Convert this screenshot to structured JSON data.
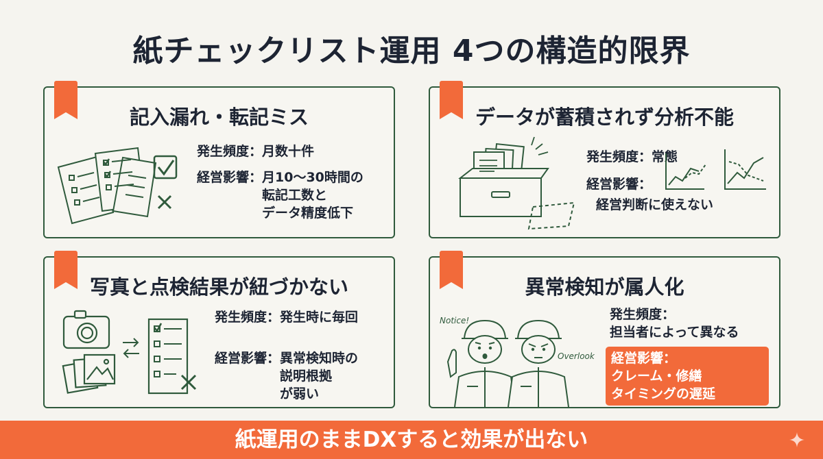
{
  "title": "紙チェックリスト運用 4つの構造的限界",
  "cards": [
    {
      "title": "記入漏れ・転記ミス",
      "freq_label": "発生頻度：",
      "freq_value": "月数十件",
      "impact_label": "経営影響：",
      "impact_lines": [
        "月10〜30時間の",
        "転記工数と",
        "データ精度低下"
      ]
    },
    {
      "title": "データが蓄積されず分析不能",
      "freq_label": "発生頻度：",
      "freq_value": "常態",
      "impact_label": "経営影響：",
      "impact_lines": [
        "経営判断に使えない"
      ]
    },
    {
      "title": "写真と点検結果が紐づかない",
      "freq_label": "発生頻度：",
      "freq_value": "発生時に毎回",
      "impact_label": "経営影響：",
      "impact_lines": [
        "異常検知時の",
        "説明根拠",
        "が弱い"
      ]
    },
    {
      "title": "異常検知が属人化",
      "freq_label": "発生頻度：",
      "freq_lines": [
        "担当者によって異なる"
      ],
      "impact_highlight_lines": [
        "経営影響：",
        "クレーム・修繕",
        "タイミングの遅延"
      ],
      "notice_label": "Notice!",
      "overlook_label": "Overlook"
    }
  ],
  "footer": "紙運用のままDXすると効果が出ない",
  "colors": {
    "accent": "#f26a3a",
    "border": "#2f5a3c",
    "background": "#f5f4ef",
    "text": "#1d2433"
  }
}
